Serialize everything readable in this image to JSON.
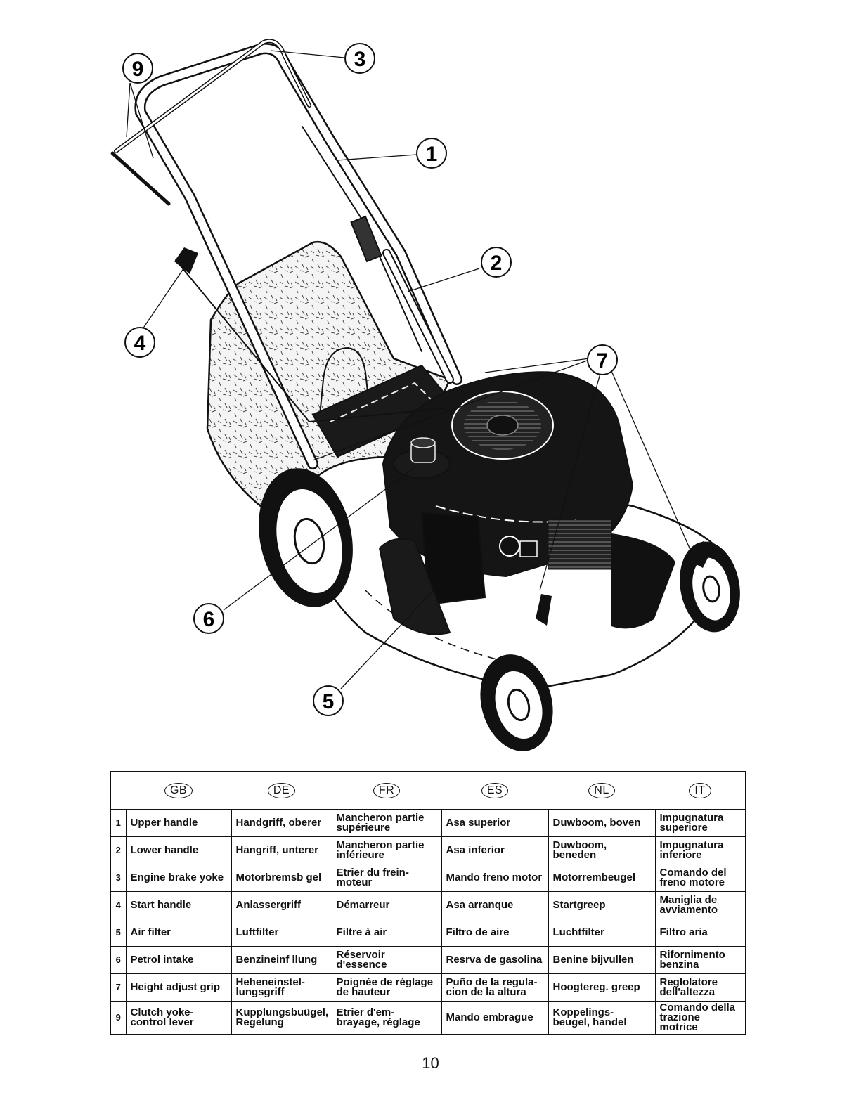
{
  "callouts": [
    "9",
    "3",
    "1",
    "2",
    "4",
    "7",
    "6",
    "5"
  ],
  "languages": [
    "GB",
    "DE",
    "FR",
    "ES",
    "NL",
    "IT"
  ],
  "rows": [
    {
      "num": "1",
      "cells": [
        "Upper handle",
        "Handgriff, oberer",
        "Mancheron partie supérieure",
        "Asa superior",
        "Duwboom, boven",
        "Impugnatura superiore"
      ]
    },
    {
      "num": "2",
      "cells": [
        "Lower handle",
        "Hangriff, unterer",
        "Mancheron partie inférieure",
        "Asa inferior",
        "Duwboom, beneden",
        "Impugnatura inferiore"
      ]
    },
    {
      "num": "3",
      "cells": [
        "Engine brake yoke",
        "Motorbremsb gel",
        "Etrier du frein-moteur",
        "Mando freno motor",
        "Motorrembeugel",
        "Comando del freno motore"
      ]
    },
    {
      "num": "4",
      "cells": [
        "Start handle",
        "Anlassergriff",
        "Démarreur",
        "Asa arranque",
        "Startgreep",
        "Maniglia de avviamento"
      ]
    },
    {
      "num": "5",
      "cells": [
        "Air filter",
        "Luftfilter",
        "Filtre à air",
        "Filtro de aire",
        "Luchtfilter",
        "Filtro aria"
      ]
    },
    {
      "num": "6",
      "cells": [
        "Petrol intake",
        "Benzineinf llung",
        "Réservoir d'essence",
        "Resrva de gasolina",
        "Benine bijvullen",
        "Rifornimento benzina"
      ]
    },
    {
      "num": "7",
      "cells": [
        "Height adjust grip",
        "Heheneinstel-lungsgriff",
        "Poignée de réglage de hauteur",
        "Puño de la regula-cion de la altura",
        "Hoogtereg. greep",
        "Reglolatore dell'altezza"
      ]
    },
    {
      "num": "9",
      "cells": [
        "Clutch yoke-control lever",
        "Kupplungsbuügel, Regelung",
        "Etrier d'em-brayage, réglage",
        "Mando embrague",
        "Koppelings-beugel, handel",
        "Comando della trazione motrice"
      ]
    }
  ],
  "page_number": "10"
}
